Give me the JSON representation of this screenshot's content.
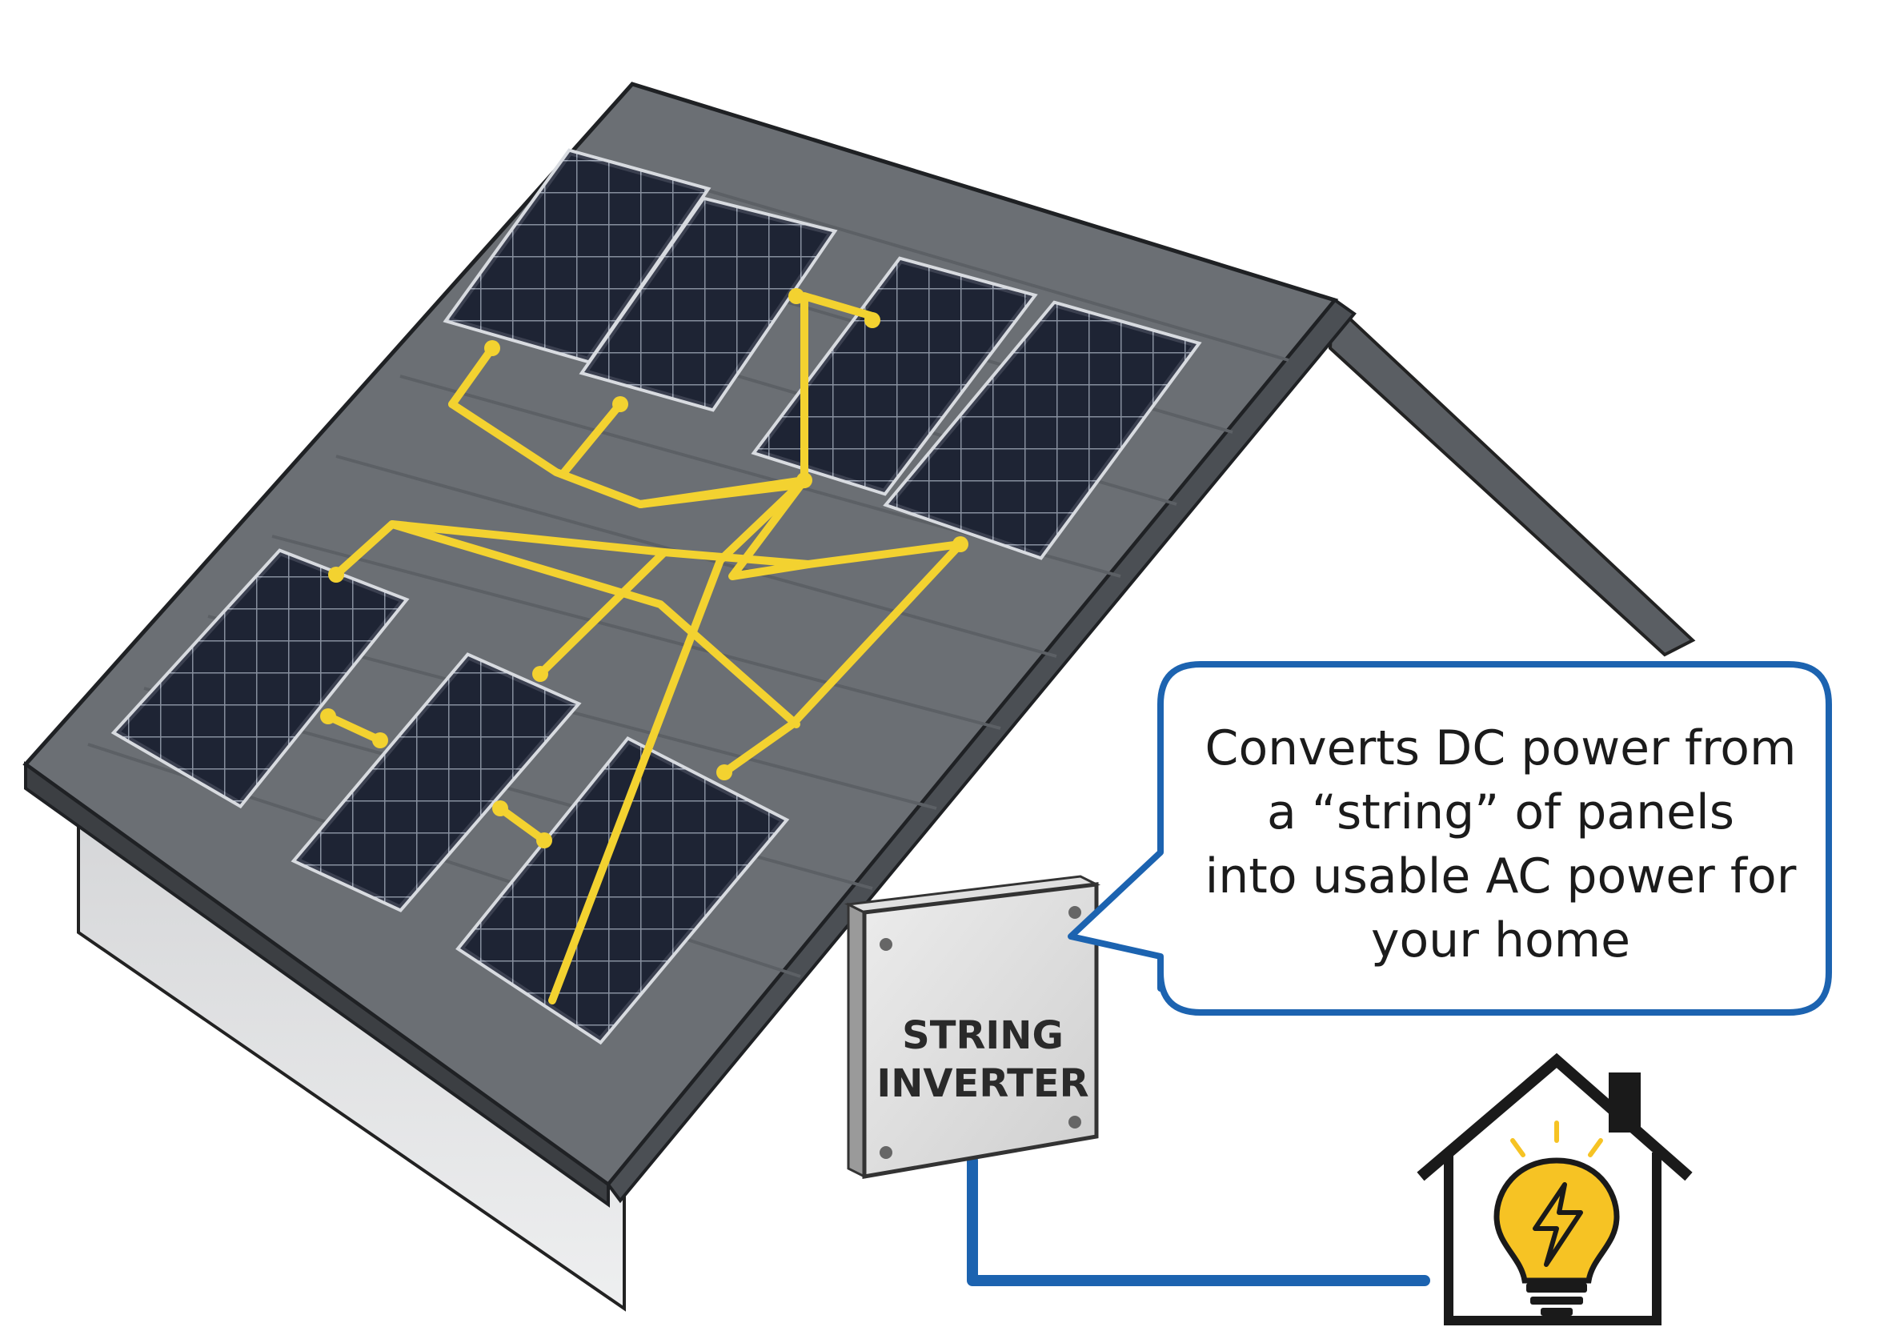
{
  "inverter": {
    "label_line1": "STRING",
    "label_line2": "INVERTER"
  },
  "callout": {
    "line1": "Converts DC power from",
    "line2": "a “string” of panels",
    "line3": "into usable AC power for",
    "line4": "your home"
  },
  "colors": {
    "roof": "#6b6f74",
    "roof_dark": "#3c3f43",
    "panel": "#1e2230",
    "wire": "#f3d230",
    "ac_line": "#1c63b0",
    "callout_border": "#1c63b0",
    "wall": "#d9dadc",
    "bulb": "#f6c324"
  },
  "icons": {
    "house": "house-icon",
    "bulb": "lightbulb-icon",
    "bolt": "lightning-bolt-icon"
  }
}
